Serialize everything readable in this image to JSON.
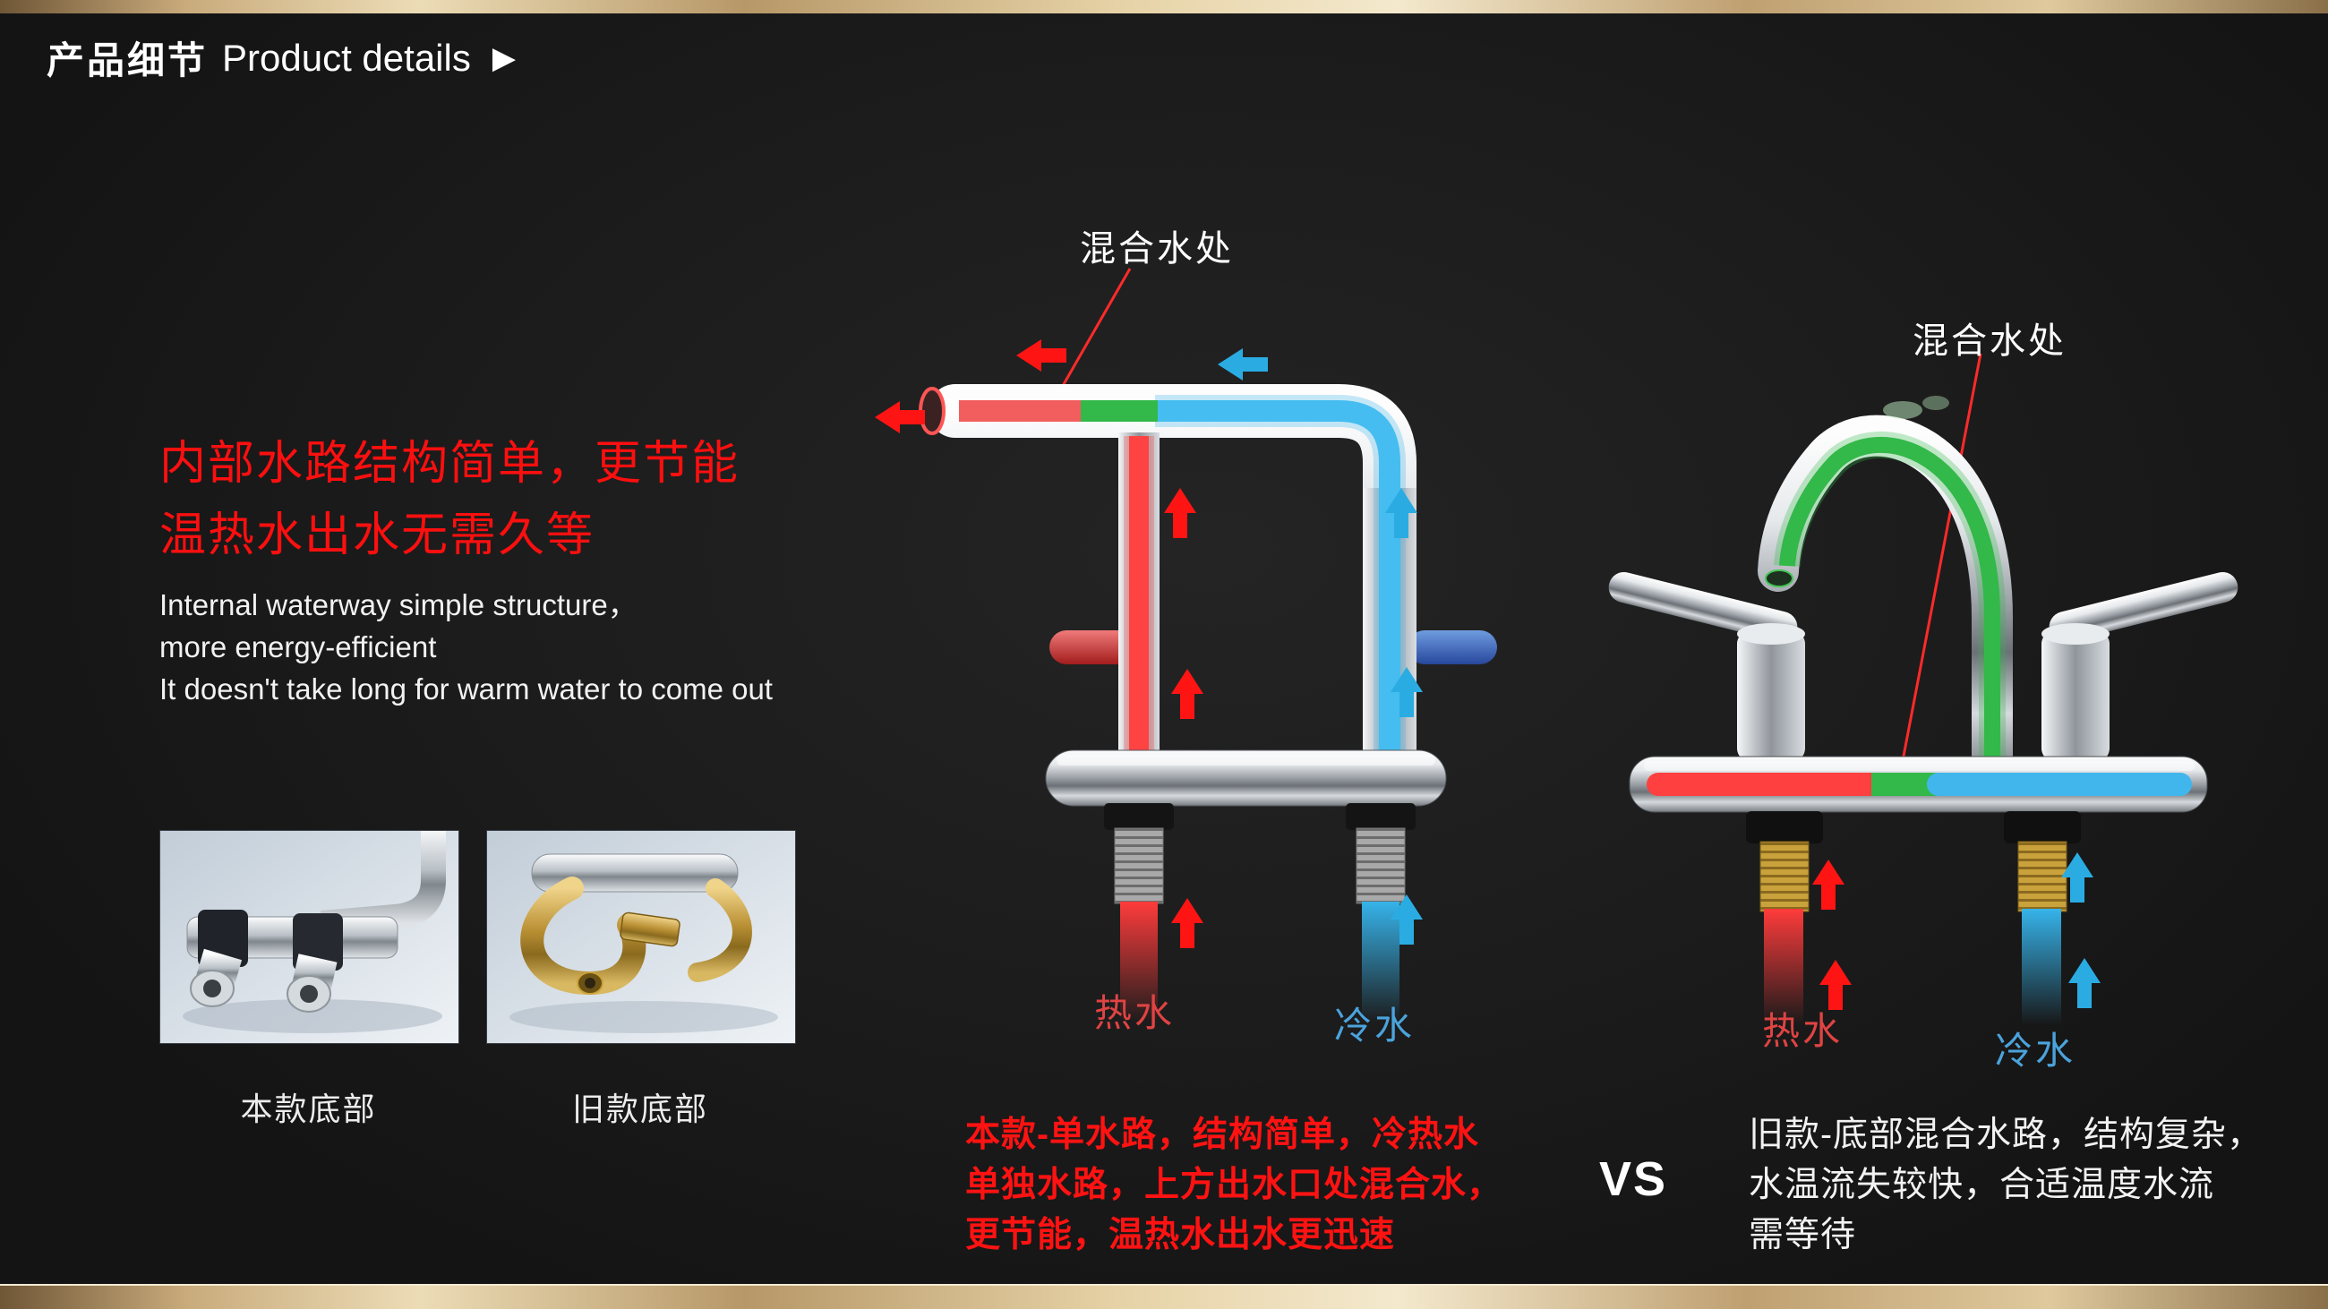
{
  "theme": {
    "background": "#1c1c1c",
    "gold_border": "#d9bb8e",
    "accent_red": "#ff1212",
    "accent_blue": "#41b6ec",
    "accent_green": "#33b84a",
    "text_white": "#f2f2f2"
  },
  "header": {
    "title_zh": "产品细节",
    "title_en": "Product details",
    "arrow_glyph": "▶"
  },
  "intro": {
    "heading_lines": [
      "内部水路结构简单，更节能",
      "温热水出水无需久等"
    ],
    "body_lines": [
      "Internal waterway simple structure，",
      "more energy-efficient",
      "It doesn't take long for warm water to come out"
    ]
  },
  "photos": [
    {
      "caption": "本款底部"
    },
    {
      "caption": "旧款底部"
    }
  ],
  "new_model": {
    "mix_point_label": "混合水处",
    "hot_label": "热水",
    "cold_label": "冷水",
    "caption_lines": [
      "本款-单水路，结构简单，冷热水",
      "单独水路，上方出水口处混合水，",
      "更节能，温热水出水更迅速"
    ]
  },
  "comparison": {
    "vs_label": "VS"
  },
  "old_model": {
    "mix_point_label": "混合水处",
    "hot_label": "热水",
    "cold_label": "冷水",
    "caption_lines": [
      "旧款-底部混合水路，结构复杂，",
      "水温流失较快，合适温度水流",
      "需等待"
    ]
  }
}
